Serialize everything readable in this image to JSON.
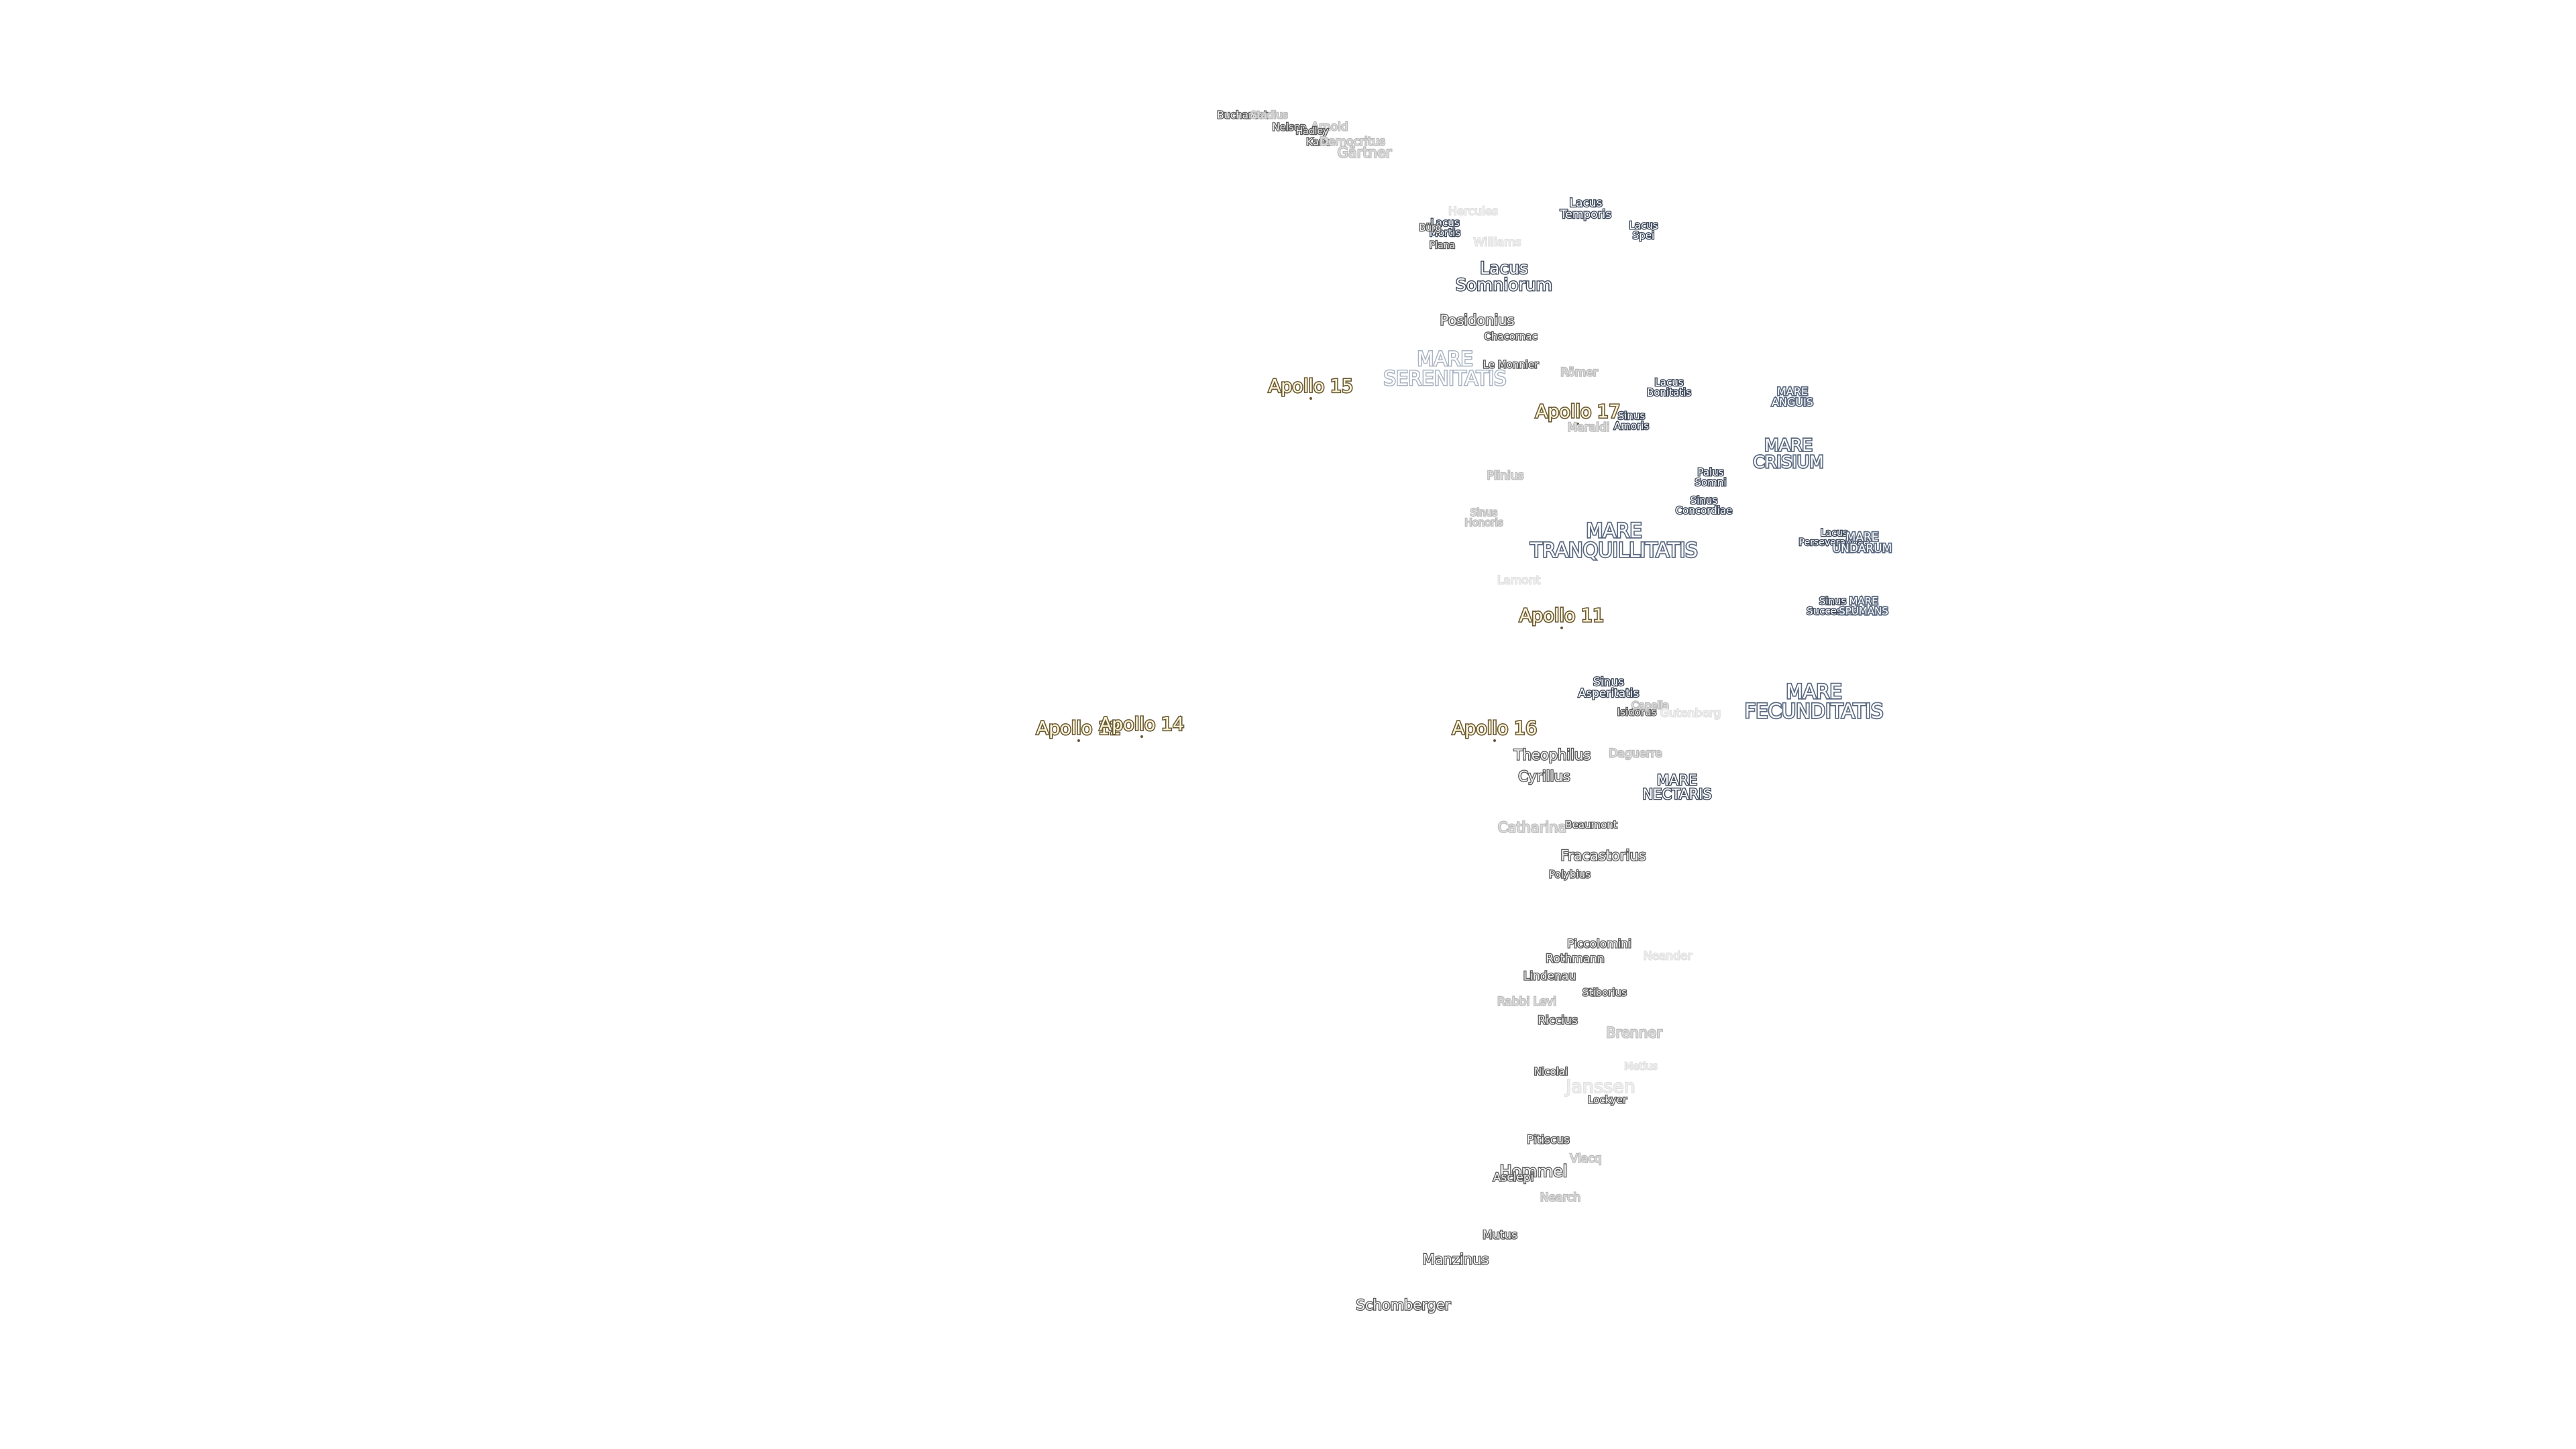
{
  "labels": {
    "bucharest": "Bucharest",
    "stadius": "Stadius",
    "nelson": "Nelson",
    "arnold": "Arnold",
    "hadley": "Hadley",
    "kane": "Kane",
    "democritus": "Democritus",
    "gartner": "Gärtner",
    "hercules": "Hercules",
    "lacus_temporis": "Lacus\nTemporis",
    "lacus_spei": "Lacus\nSpei",
    "lacus_mortis": "Lacus\nMortis",
    "burg": "Bürg",
    "plana": "Plana",
    "williams": "Williams",
    "lacus_somniorum": "Lacus\nSomniorum",
    "posidonius": "Posidonius",
    "chacornac": "Chacornac",
    "mare_serenitatis": "MARE\nSERENITATIS",
    "le_monnier": "Le Monnier",
    "romer": "Römer",
    "lacus_bonitatis": "Lacus\nBonitatis",
    "mare_anguis": "MARE\nANGUIS",
    "apollo_15": "Apollo 15",
    "apollo_17": "Apollo 17",
    "sinus_amoris": "Sinus\nAmoris",
    "maraldi": "Maraldi",
    "mare_crisium": "MARE\nCRISIUM",
    "plinius": "Plinius",
    "palus_somni": "Palus\nSomni",
    "sinus_concordiae": "Sinus\nConcordiae",
    "sinus_honoris": "Sinus\nHonoris",
    "mare_tranquillitatis": "MARE\nTRANQUILLITATIS",
    "lacus_perseverantiae": "Lacus\nPerseverantiae",
    "mare_undarum": "MARE\nUNDARUM",
    "lamont": "Lamont",
    "sinus_successus": "Sinus\nSuccessus",
    "mare_spumans": "MARE\nSPUMANS",
    "apollo_11": "Apollo 11",
    "sinus_asperitatis": "Sinus\nAsperitatis",
    "isidorus": "Isidorus",
    "capella": "Capella",
    "gutenberg": "Gutenberg",
    "mare_fecunditatis": "MARE\nFECUNDITATIS",
    "apollo_12": "Apollo 12",
    "apollo_14": "Apollo 14",
    "apollo_16": "Apollo 16",
    "theophilus": "Theophilus",
    "daguerre": "Daguerre",
    "cyrillus": "Cyrillus",
    "mare_nectaris": "MARE\nNECTARIS",
    "catharina": "Catharina",
    "beaumont": "Beaumont",
    "fracastorius": "Fracastorius",
    "polybius": "Polybius",
    "piccolomini": "Piccolomini",
    "rothmann": "Rothmann",
    "neander": "Neander",
    "lindenau": "Lindenau",
    "stiborius": "Stiborius",
    "rabbi_levi": "Rabbi Levi",
    "riccius": "Riccius",
    "brenner": "Brenner",
    "nicolai": "Nicolai",
    "metius": "Metius",
    "janssen": "Janssen",
    "lockyer": "Lockyer",
    "pitiscus": "Pitiscus",
    "vlacq": "Vlacq",
    "hommel": "Hommel",
    "asclepi": "Asclepi",
    "nearch": "Nearch",
    "mutus": "Mutus",
    "manzinus": "Manzinus",
    "schomberger": "Schomberger"
  },
  "colors": {
    "background": "#ffffff",
    "crater_outline": "#5a5a5a",
    "mare_outline": "#5b6a80",
    "apollo_outline": "#6a5a38",
    "apollo_fill": "#fff6d8"
  }
}
